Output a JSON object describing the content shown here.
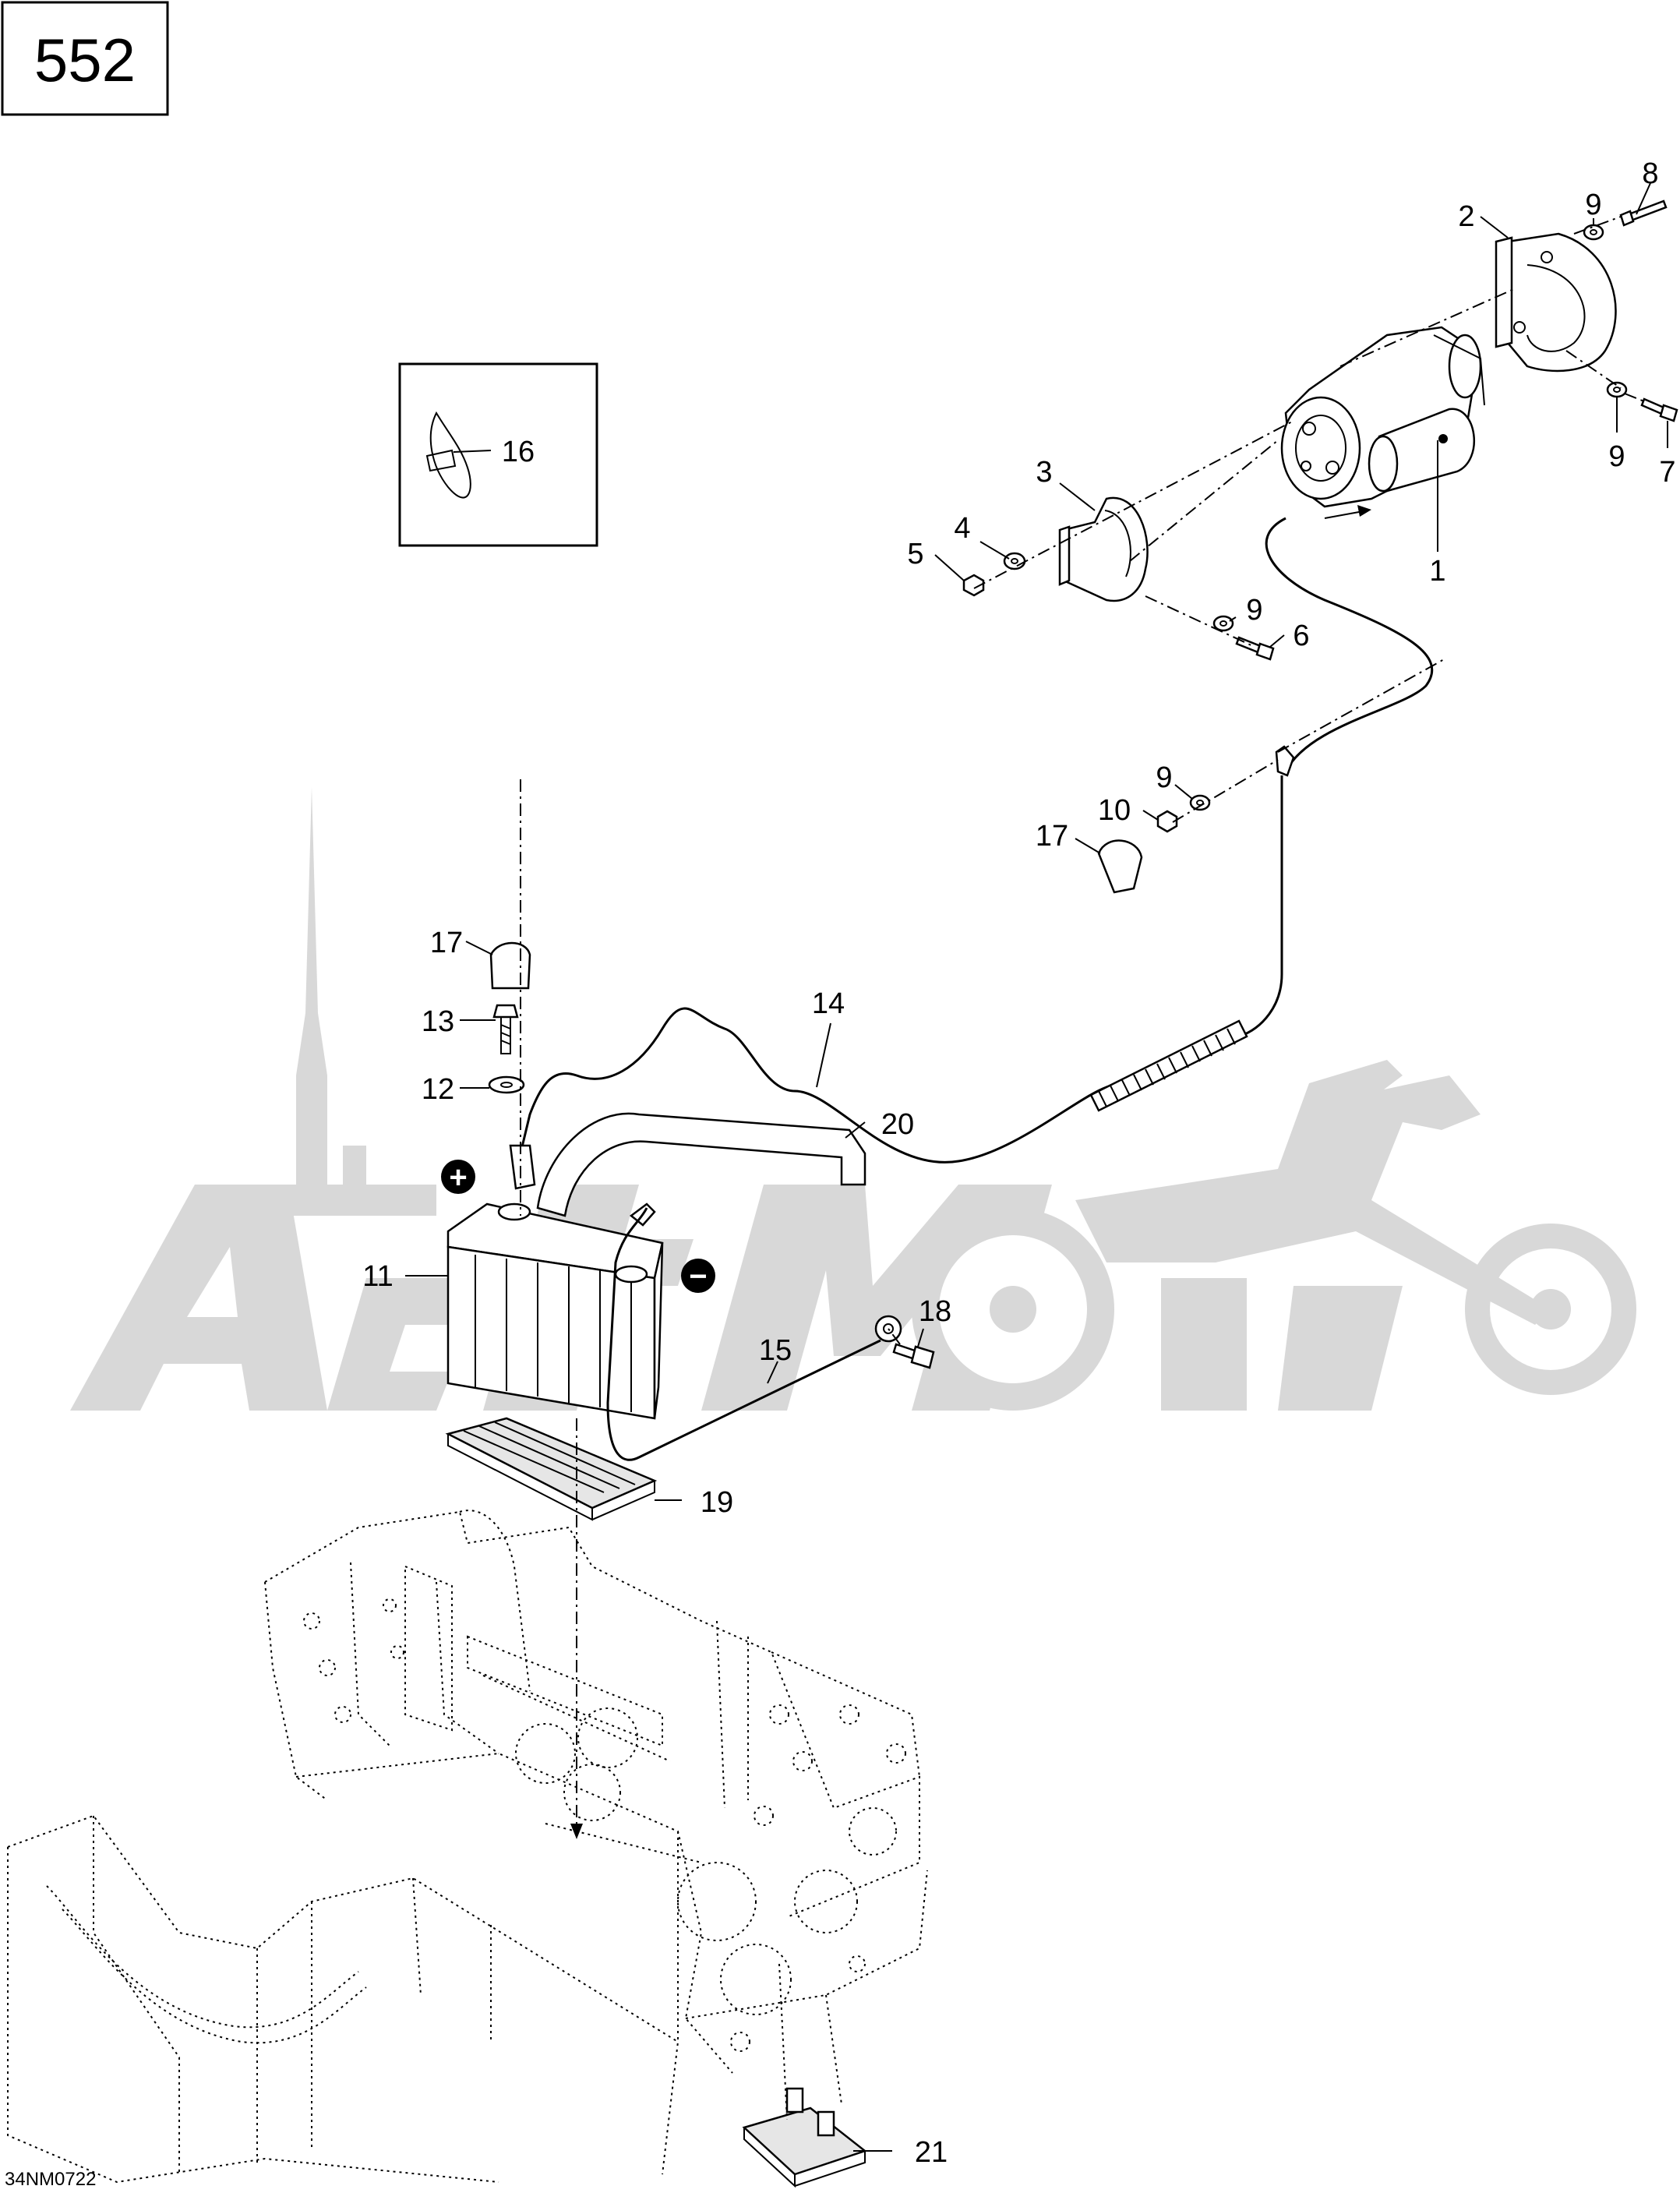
{
  "page_number": "552",
  "drawing_code": "34NM0722",
  "callouts": {
    "c1": "1",
    "c2": "2",
    "c3": "3",
    "c4": "4",
    "c5": "5",
    "c6": "6",
    "c7": "7",
    "c8": "8",
    "c9a": "9",
    "c9b": "9",
    "c9c": "9",
    "c9d": "9",
    "c10": "10",
    "c11": "11",
    "c12": "12",
    "c13": "13",
    "c14": "14",
    "c15": "15",
    "c16": "16",
    "c17a": "17",
    "c17b": "17",
    "c18": "18",
    "c19": "19",
    "c20": "20",
    "c21": "21"
  },
  "terminal_symbols": {
    "positive": "+",
    "negative": "−"
  },
  "watermark": "ActiMoto",
  "colors": {
    "line": "#000000",
    "watermark": "#d4d4d4",
    "background": "#ffffff"
  }
}
